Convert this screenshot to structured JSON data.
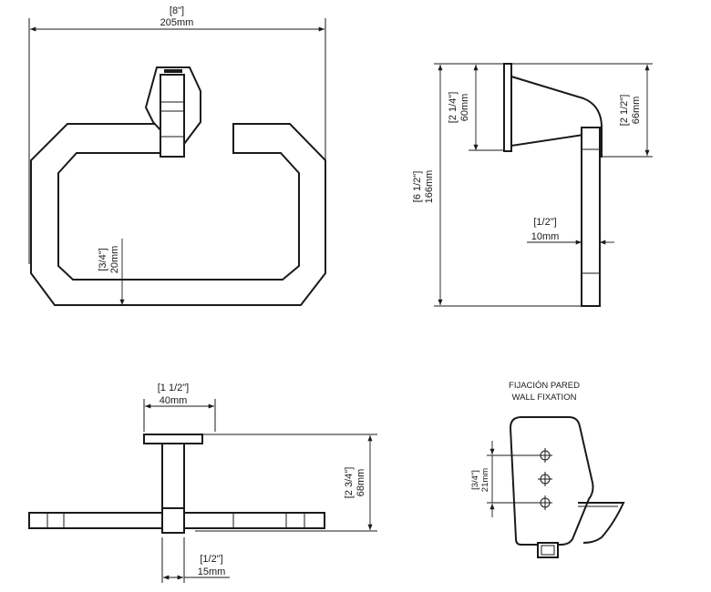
{
  "dimensions": {
    "width_in": "[8\"]",
    "width_mm": "205mm",
    "ring_thickness_in": "[3/4\"]",
    "ring_thickness_mm": "20mm",
    "total_height_in": "[6 1/2\"]",
    "total_height_mm": "166mm",
    "arm_height_in": "[2 1/4\"]",
    "arm_height_mm": "60mm",
    "bracket_height_in": "[2 1/2\"]",
    "bracket_height_mm": "66mm",
    "ring_depth_in": "[1/2\"]",
    "ring_depth_mm": "10mm",
    "plate_width_in": "[1 1/2\"]",
    "plate_width_mm": "40mm",
    "projection_in": "[2 3/4\"]",
    "projection_mm": "68mm",
    "post_width_in": "[1/2\"]",
    "post_width_mm": "15mm",
    "hole_spacing_in": "[3/4\"]",
    "hole_spacing_mm": "21mm"
  },
  "captions": {
    "fixation_es": "FIJACIÓN PARED",
    "fixation_en": "WALL FIXATION"
  }
}
